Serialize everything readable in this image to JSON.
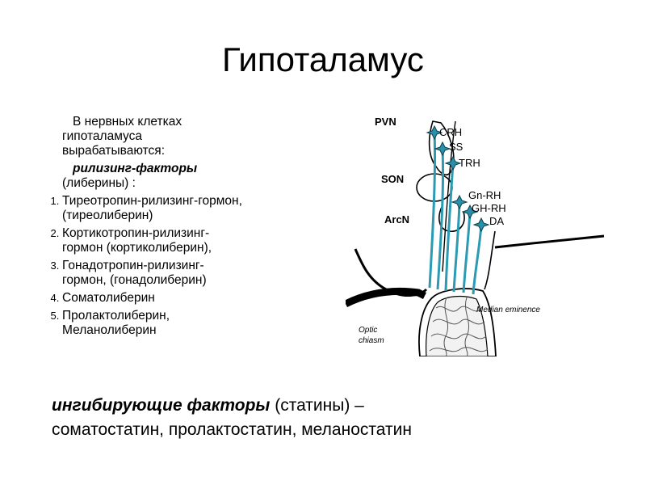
{
  "slide": {
    "title": "Гипоталамус",
    "intro_line1": "В нервных клетках",
    "intro_line2": "гипоталамуса",
    "intro_line3": "вырабатываются:",
    "releasing_bold": "рилизинг-факторы",
    "releasing_rest": "(либерины) :",
    "list": [
      {
        "line1": "Тиреотропин-рилизинг-гормон,",
        "line2": "(тиреолиберин)"
      },
      {
        "line1": "Кортикотропин-рилизинг-",
        "line2": "гормон (кортиколиберин),"
      },
      {
        "line1": "Гонадотропин-рилизинг-",
        "line2": "гормон, (гонадолиберин)"
      },
      {
        "line1": "Соматолиберин",
        "line2": ""
      },
      {
        "line1": "Пролактолиберин,",
        "line2": "Меланолиберин"
      }
    ],
    "inhibit_bold": "ингибирующие факторы",
    "inhibit_rest": " (статины) –",
    "inhibit_line2": "соматостатин, пролактостатин, меланостатин"
  },
  "diagram": {
    "nuclei": {
      "pvn": "PVN",
      "son": "SON",
      "arcn": "ArcN"
    },
    "hormones": {
      "crh": "CRH",
      "ss": "SS",
      "trh": "TRH",
      "gnrh": "Gn-RH",
      "ghrh": "GH-RH",
      "da": "DA"
    },
    "median_eminence": "Median eminence",
    "optic_chiasm_1": "Optic",
    "optic_chiasm_2": "chiasm",
    "colors": {
      "axon": "#2a9bb3",
      "neuron": "#2a8fa8",
      "outline": "#000000"
    }
  }
}
